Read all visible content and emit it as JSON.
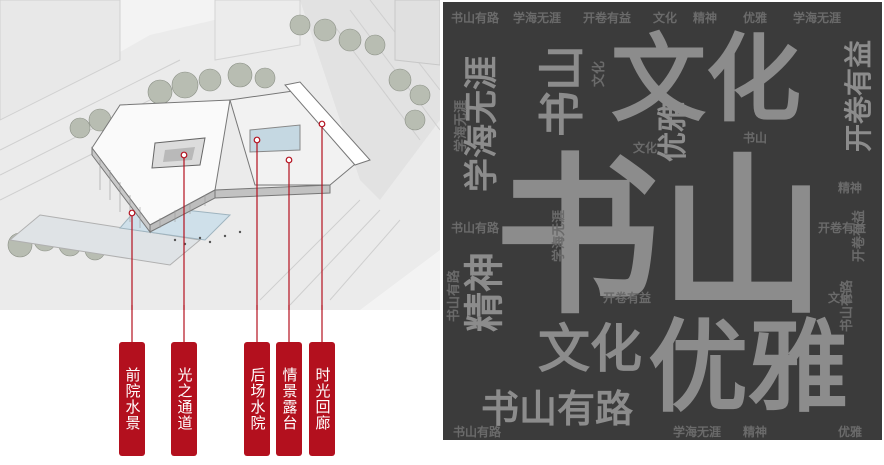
{
  "callouts": {
    "front_water": "前院水景",
    "light_passage": "光之通道",
    "rear_water": "后场水院",
    "scene_terrace": "情景露台",
    "time_corridor": "时光回廊"
  },
  "word_cloud": {
    "big_title": "书山",
    "culture": "文化",
    "elegant": "优雅",
    "path": "书山有路",
    "spirit": "精神",
    "open": "开卷有益",
    "sea": "学海无涯",
    "small": [
      "书山有路",
      "学海无涯",
      "开卷有益",
      "文化",
      "精神",
      "优雅",
      "书山"
    ]
  },
  "colors": {
    "callout_red": "#b3101e",
    "cloud_bg": "#3b3b3b",
    "cloud_big": "#8c8c8c",
    "cloud_small": "#6a6a6a"
  }
}
